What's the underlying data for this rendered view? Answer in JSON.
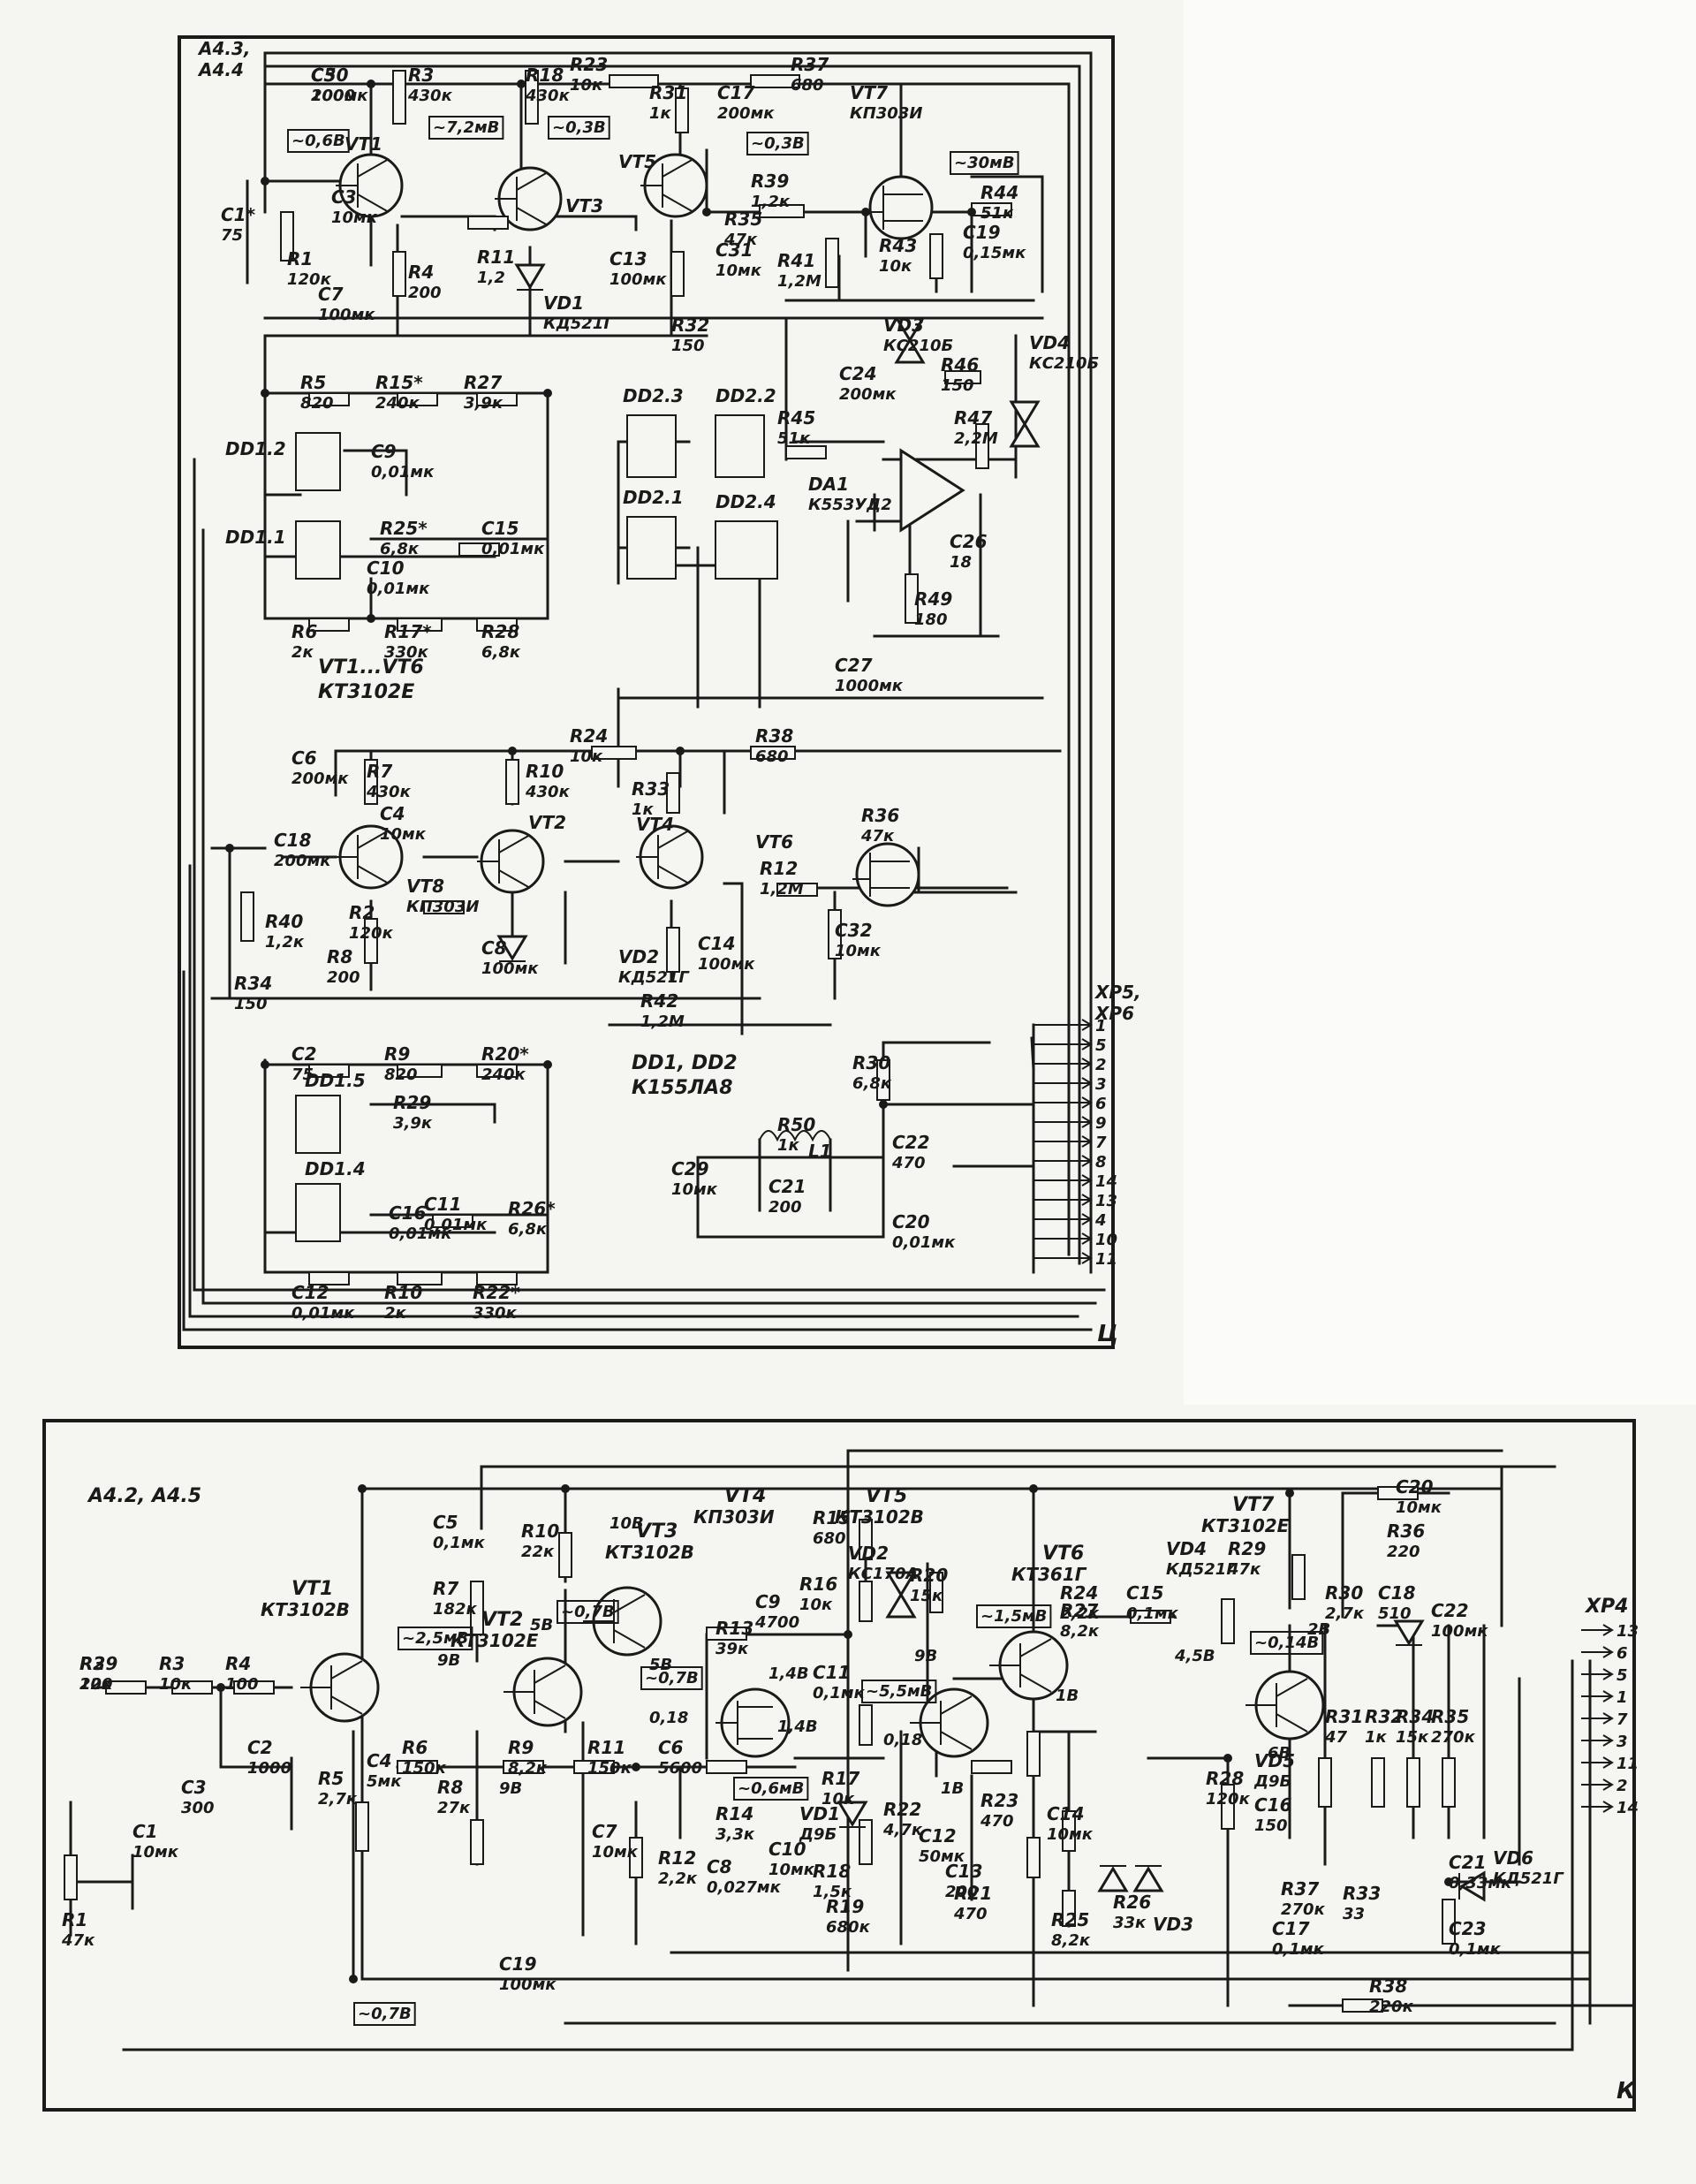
{
  "schematic_ts": {
    "board_labels": [
      "А4.3,",
      "А4.4"
    ],
    "corner_label": "Ц",
    "label_vt1_vt6": "VT1...VT6",
    "label_vt1_vt6_type": "КТ3102Е",
    "label_dd": "DD1, DD2",
    "label_dd_type": "К155ЛА8",
    "connector": "XP5,\nXP6",
    "connector_pins": [
      "1",
      "5",
      "2",
      "3",
      "6",
      "9",
      "7",
      "8",
      "14",
      "13",
      "4",
      "10",
      "11"
    ],
    "voltage_tags": [
      "~0,6В",
      "~7,2мВ",
      "~0,3В",
      "~0,3В",
      "~30мВ"
    ],
    "components": [
      {
        "ref": "C5",
        "value": "200мк"
      },
      {
        "ref": "R3",
        "value": "430к"
      },
      {
        "ref": "R18",
        "value": "430к"
      },
      {
        "ref": "R23",
        "value": "10к"
      },
      {
        "ref": "R37",
        "value": "680"
      },
      {
        "ref": "R31",
        "value": "1к"
      },
      {
        "ref": "C17",
        "value": "200мк"
      },
      {
        "ref": "VT7",
        "value": "КП303И"
      },
      {
        "ref": "VT1",
        "value": ""
      },
      {
        "ref": "VT3",
        "value": ""
      },
      {
        "ref": "VT5",
        "value": ""
      },
      {
        "ref": "C3",
        "value": "10мк"
      },
      {
        "ref": "C1*",
        "value": "75"
      },
      {
        "ref": "R1",
        "value": "120к"
      },
      {
        "ref": "R4",
        "value": "200"
      },
      {
        "ref": "C7",
        "value": "100мк"
      },
      {
        "ref": "R11",
        "value": "1,2"
      },
      {
        "ref": "VD1",
        "value": "КД521Г"
      },
      {
        "ref": "C13",
        "value": "100мк"
      },
      {
        "ref": "R32",
        "value": "150"
      },
      {
        "ref": "R35",
        "value": "47к"
      },
      {
        "ref": "C31",
        "value": "10мк"
      },
      {
        "ref": "R39",
        "value": "1,2к"
      },
      {
        "ref": "R41",
        "value": "1,2М"
      },
      {
        "ref": "R43",
        "value": "10к"
      },
      {
        "ref": "R44",
        "value": "51к"
      },
      {
        "ref": "C19",
        "value": "0,15мк"
      },
      {
        "ref": "VD3",
        "value": "КС210Б"
      },
      {
        "ref": "VD4",
        "value": "КС210Б"
      },
      {
        "ref": "C24",
        "value": "200мк"
      },
      {
        "ref": "R46",
        "value": "150"
      },
      {
        "ref": "R45",
        "value": "51к"
      },
      {
        "ref": "R47",
        "value": "2,2М"
      },
      {
        "ref": "DA1",
        "value": "К553УД2"
      },
      {
        "ref": "C26",
        "value": "18"
      },
      {
        "ref": "R49",
        "value": "180"
      },
      {
        "ref": "C27",
        "value": "1000мк"
      },
      {
        "ref": "R5",
        "value": "820"
      },
      {
        "ref": "R15*",
        "value": "240к"
      },
      {
        "ref": "R27",
        "value": "3,9к"
      },
      {
        "ref": "C9",
        "value": "0,01мк"
      },
      {
        "ref": "R25*",
        "value": "6,8к"
      },
      {
        "ref": "C15",
        "value": "0,01мк"
      },
      {
        "ref": "C10",
        "value": "0,01мк"
      },
      {
        "ref": "R6",
        "value": "2к"
      },
      {
        "ref": "R17*",
        "value": "330к"
      },
      {
        "ref": "R28",
        "value": "6,8к"
      },
      {
        "ref": "C6",
        "value": "200мк"
      },
      {
        "ref": "R7",
        "value": "430к"
      },
      {
        "ref": "R24",
        "value": "10к"
      },
      {
        "ref": "R10",
        "value": "430к"
      },
      {
        "ref": "R38",
        "value": "680"
      },
      {
        "ref": "R33",
        "value": "1к"
      },
      {
        "ref": "C18",
        "value": "200мк"
      },
      {
        "ref": "C4",
        "value": "10мк"
      },
      {
        "ref": "VT2",
        "value": ""
      },
      {
        "ref": "VT4",
        "value": ""
      },
      {
        "ref": "VT6",
        "value": ""
      },
      {
        "ref": "R36",
        "value": "47к"
      },
      {
        "ref": "VT8",
        "value": "КП303И"
      },
      {
        "ref": "R12",
        "value": "1,2М"
      },
      {
        "ref": "R40",
        "value": "1,2к"
      },
      {
        "ref": "R2",
        "value": "120к"
      },
      {
        "ref": "R8",
        "value": "200"
      },
      {
        "ref": "C8",
        "value": "100мк"
      },
      {
        "ref": "VD2",
        "value": "КД521Г"
      },
      {
        "ref": "C14",
        "value": "100мк"
      },
      {
        "ref": "C32",
        "value": "10мк"
      },
      {
        "ref": "R42",
        "value": "1,2М"
      },
      {
        "ref": "R34",
        "value": "150"
      },
      {
        "ref": "C2",
        "value": "75"
      },
      {
        "ref": "R9",
        "value": "820"
      },
      {
        "ref": "R20*",
        "value": "240к"
      },
      {
        "ref": "R29",
        "value": "3,9к"
      },
      {
        "ref": "C11",
        "value": "0,01мк"
      },
      {
        "ref": "R26*",
        "value": "6,8к"
      },
      {
        "ref": "C16",
        "value": "0,01мк"
      },
      {
        "ref": "C12",
        "value": "0,01мк"
      },
      {
        "ref": "R10b",
        "value": "2к"
      },
      {
        "ref": "R22*",
        "value": "330к"
      },
      {
        "ref": "R30",
        "value": "6,8к"
      },
      {
        "ref": "R50",
        "value": "1к"
      },
      {
        "ref": "L1",
        "value": ""
      },
      {
        "ref": "C21",
        "value": "200"
      },
      {
        "ref": "C22",
        "value": "470"
      },
      {
        "ref": "C29",
        "value": "10мк"
      },
      {
        "ref": "C20",
        "value": "0,01мк"
      },
      {
        "ref": "C30",
        "value": "1000"
      }
    ],
    "gates": [
      "DD1.2",
      "DD1.1",
      "DD2.3",
      "DD2.2",
      "DD2.1",
      "DD2.4",
      "DD1.5",
      "DD1.4"
    ]
  },
  "schematic_k": {
    "board_labels": "А4.2, А4.5",
    "corner_label": "К",
    "connector": "XP4",
    "connector_pins": [
      "13",
      "6",
      "5",
      "1",
      "7",
      "3",
      "11",
      "2",
      "14"
    ],
    "voltage_tags": [
      "~2,5мВ",
      "~0,7В",
      "~0,7В",
      "~0,6мВ",
      "~5,5мВ",
      "~1,5мВ",
      "~0,14В",
      "~0,7В"
    ],
    "node_voltages": [
      "10В",
      "9В",
      "5В",
      "5В",
      "9В",
      "1,4В",
      "1,4В",
      "0,18",
      "0,18",
      "9В",
      "1В",
      "1В",
      "4,5В",
      "6В",
      "2В"
    ],
    "transistors": [
      {
        "ref": "VT1",
        "type": "КТ3102В"
      },
      {
        "ref": "VT2",
        "type": "КТ3102Е"
      },
      {
        "ref": "VT3",
        "type": "КТ3102В"
      },
      {
        "ref": "VT4",
        "type": "КП303И"
      },
      {
        "ref": "VT5",
        "type": "КТ3102В"
      },
      {
        "ref": "VT6",
        "type": "КТ361Г"
      },
      {
        "ref": "VT7",
        "type": "КТ3102Е"
      }
    ],
    "components": [
      {
        "ref": "R2",
        "value": "10к"
      },
      {
        "ref": "R3",
        "value": "10к"
      },
      {
        "ref": "R4",
        "value": "100"
      },
      {
        "ref": "C3",
        "value": "300"
      },
      {
        "ref": "C2",
        "value": "1000"
      },
      {
        "ref": "R1",
        "value": "47к"
      },
      {
        "ref": "C1",
        "value": "10мк"
      },
      {
        "ref": "C5",
        "value": "0,1мк"
      },
      {
        "ref": "R7",
        "value": "182к"
      },
      {
        "ref": "R5",
        "value": "2,7к"
      },
      {
        "ref": "C4",
        "value": "5мк"
      },
      {
        "ref": "R6",
        "value": "150к"
      },
      {
        "ref": "R10",
        "value": "22к"
      },
      {
        "ref": "R8",
        "value": "27к"
      },
      {
        "ref": "R9",
        "value": "8,2к"
      },
      {
        "ref": "R11",
        "value": "150к"
      },
      {
        "ref": "C6",
        "value": "5600"
      },
      {
        "ref": "C7",
        "value": "10мк"
      },
      {
        "ref": "R12",
        "value": "2,2к"
      },
      {
        "ref": "C19",
        "value": "100мк"
      },
      {
        "ref": "C9",
        "value": "4700"
      },
      {
        "ref": "R13",
        "value": "39к"
      },
      {
        "ref": "C11",
        "value": "0,1мк"
      },
      {
        "ref": "C8",
        "value": "0,027мк"
      },
      {
        "ref": "R14",
        "value": "3,3к"
      },
      {
        "ref": "C10",
        "value": "10мк"
      },
      {
        "ref": "R15",
        "value": "680"
      },
      {
        "ref": "R16",
        "value": "10к"
      },
      {
        "ref": "VD2",
        "value": "КС170А"
      },
      {
        "ref": "R17",
        "value": "10к"
      },
      {
        "ref": "VD1",
        "value": "Д9Б"
      },
      {
        "ref": "R18",
        "value": "1,5к"
      },
      {
        "ref": "R19",
        "value": "680к"
      },
      {
        "ref": "R20",
        "value": "15к"
      },
      {
        "ref": "R22",
        "value": "4,7к"
      },
      {
        "ref": "R23",
        "value": "470"
      },
      {
        "ref": "C12",
        "value": "50мк"
      },
      {
        "ref": "C13",
        "value": "200"
      },
      {
        "ref": "R21",
        "value": "470"
      },
      {
        "ref": "R24",
        "value": "2,2к"
      },
      {
        "ref": "C15",
        "value": "0,1мк"
      },
      {
        "ref": "R27",
        "value": "8,2к"
      },
      {
        "ref": "C14",
        "value": "10мк"
      },
      {
        "ref": "R25",
        "value": "8,2к"
      },
      {
        "ref": "R26",
        "value": "33к"
      },
      {
        "ref": "VD3",
        "value": ""
      },
      {
        "ref": "VD4",
        "value": "КД521Г"
      },
      {
        "ref": "R28",
        "value": "120к"
      },
      {
        "ref": "R29",
        "value": "47к"
      },
      {
        "ref": "R30",
        "value": "2,7к"
      },
      {
        "ref": "C18",
        "value": "510"
      },
      {
        "ref": "C20",
        "value": "10мк"
      },
      {
        "ref": "R36",
        "value": "220"
      },
      {
        "ref": "C22",
        "value": "100мк"
      },
      {
        "ref": "VD5",
        "value": "Д9Б"
      },
      {
        "ref": "C16",
        "value": "150"
      },
      {
        "ref": "R31",
        "value": "47"
      },
      {
        "ref": "R32",
        "value": "1к"
      },
      {
        "ref": "R34",
        "value": "15к"
      },
      {
        "ref": "R35",
        "value": "270к"
      },
      {
        "ref": "R37",
        "value": "270к"
      },
      {
        "ref": "C17",
        "value": "0,1мк"
      },
      {
        "ref": "R33",
        "value": "33"
      },
      {
        "ref": "C21",
        "value": "0,33мк"
      },
      {
        "ref": "VD6",
        "value": "КД521Г"
      },
      {
        "ref": "C23",
        "value": "0,1мк"
      },
      {
        "ref": "R38",
        "value": "220к"
      },
      {
        "ref": "R39",
        "value": "220"
      }
    ]
  }
}
